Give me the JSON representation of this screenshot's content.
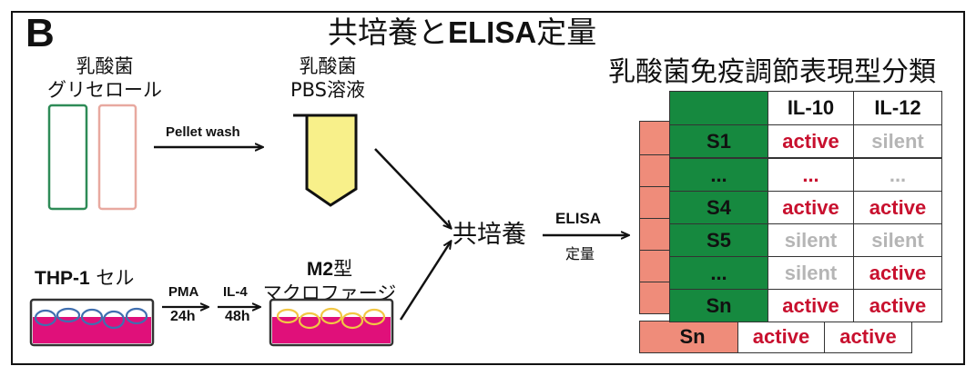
{
  "panel_label": "B",
  "title": {
    "prefix": "共培養と",
    "bold": "ELISA",
    "suffix": "定量"
  },
  "glycerol_stock": {
    "line1": "乳酸菌",
    "line2": "グリセロール"
  },
  "pellet_wash_label": "Pellet wash",
  "pbs_solution": {
    "line1": "乳酸菌",
    "line2": "PBS溶液"
  },
  "thp1": {
    "bold": "THP-1",
    "suffix": " セル"
  },
  "steps": [
    {
      "agent": "PMA",
      "time": "24h"
    },
    {
      "agent": "IL-4",
      "time": "48h"
    }
  ],
  "m2": {
    "bold": "M2",
    "line1_suffix": "型",
    "line2": "マクロファージ"
  },
  "coculture_label": "共培養",
  "elisa_arrow": {
    "top": "ELISA",
    "bottom": "定量"
  },
  "classification_table": {
    "title": "乳酸菌免疫調節表現型分類",
    "columns": [
      "",
      "IL-10",
      "IL-12"
    ],
    "rows": [
      {
        "strain": "S1",
        "il10": "active",
        "il12": "silent"
      },
      {
        "strain": "...",
        "il10": "...",
        "il12": "..."
      },
      {
        "strain": "S4",
        "il10": "active",
        "il12": "active"
      },
      {
        "strain": "S5",
        "il10": "silent",
        "il12": "silent"
      },
      {
        "strain": "...",
        "il10": "silent",
        "il12": "active"
      },
      {
        "strain": "Sn",
        "il10": "active",
        "il12": "active"
      }
    ],
    "back_row": {
      "strain": "Sn",
      "il10": "active",
      "il12": "active"
    }
  },
  "colors": {
    "active": "#c8102e",
    "silent": "#b5b5b5",
    "strain_column": "#16893f",
    "back_table": "#ef8c7a",
    "medium": "#e0107a",
    "pbs_tube": "#f8f08a"
  }
}
